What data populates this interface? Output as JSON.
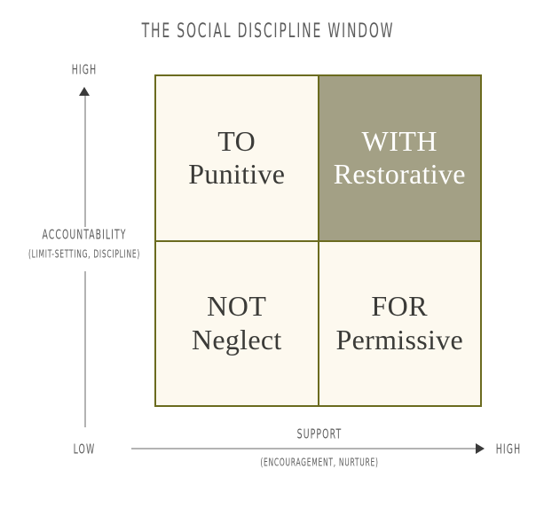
{
  "title": "THE SOCIAL DISCIPLINE WINDOW",
  "colors": {
    "background": "#ffffff",
    "grid_border": "#6b6b1f",
    "cell_fill": "#fdf9ef",
    "highlight_fill": "#a3a085",
    "highlight_text": "#ffffff",
    "cell_text": "#3b3b38",
    "axis_line": "#b3b3b3",
    "axis_label_text": "#5d5d5d",
    "arrow": "#3a3a3a"
  },
  "quadrants": [
    {
      "id": "top-left",
      "preposition": "TO",
      "approach": "Punitive",
      "highlighted": false,
      "accountability": "high",
      "support": "low"
    },
    {
      "id": "top-right",
      "preposition": "WITH",
      "approach": "Restorative",
      "highlighted": true,
      "accountability": "high",
      "support": "high"
    },
    {
      "id": "bottom-left",
      "preposition": "NOT",
      "approach": "Neglect",
      "highlighted": false,
      "accountability": "low",
      "support": "low"
    },
    {
      "id": "bottom-right",
      "preposition": "FOR",
      "approach": "Permissive",
      "highlighted": false,
      "accountability": "low",
      "support": "high"
    }
  ],
  "y_axis": {
    "label": "ACCOUNTABILITY",
    "sublabel": "(LIMIT-SETTING, DISCIPLINE)",
    "high": "HIGH",
    "low": "LOW"
  },
  "x_axis": {
    "label": "SUPPORT",
    "sublabel": "(ENCOURAGEMENT, NURTURE)",
    "high": "HIGH"
  },
  "chart_data": {
    "type": "table",
    "title": "THE SOCIAL DISCIPLINE WINDOW",
    "xlabel": "SUPPORT (ENCOURAGEMENT, NURTURE)",
    "ylabel": "ACCOUNTABILITY (LIMIT-SETTING, DISCIPLINE)",
    "x_ticks": [
      "LOW",
      "HIGH"
    ],
    "y_ticks": [
      "LOW",
      "HIGH"
    ],
    "grid": true,
    "legend": "none",
    "cells": [
      {
        "row": "high accountability",
        "col": "low support",
        "label": "TO",
        "name": "Punitive",
        "highlighted": false
      },
      {
        "row": "high accountability",
        "col": "high support",
        "label": "WITH",
        "name": "Restorative",
        "highlighted": true
      },
      {
        "row": "low accountability",
        "col": "low support",
        "label": "NOT",
        "name": "Neglect",
        "highlighted": false
      },
      {
        "row": "low accountability",
        "col": "high support",
        "label": "FOR",
        "name": "Permissive",
        "highlighted": false
      }
    ]
  }
}
